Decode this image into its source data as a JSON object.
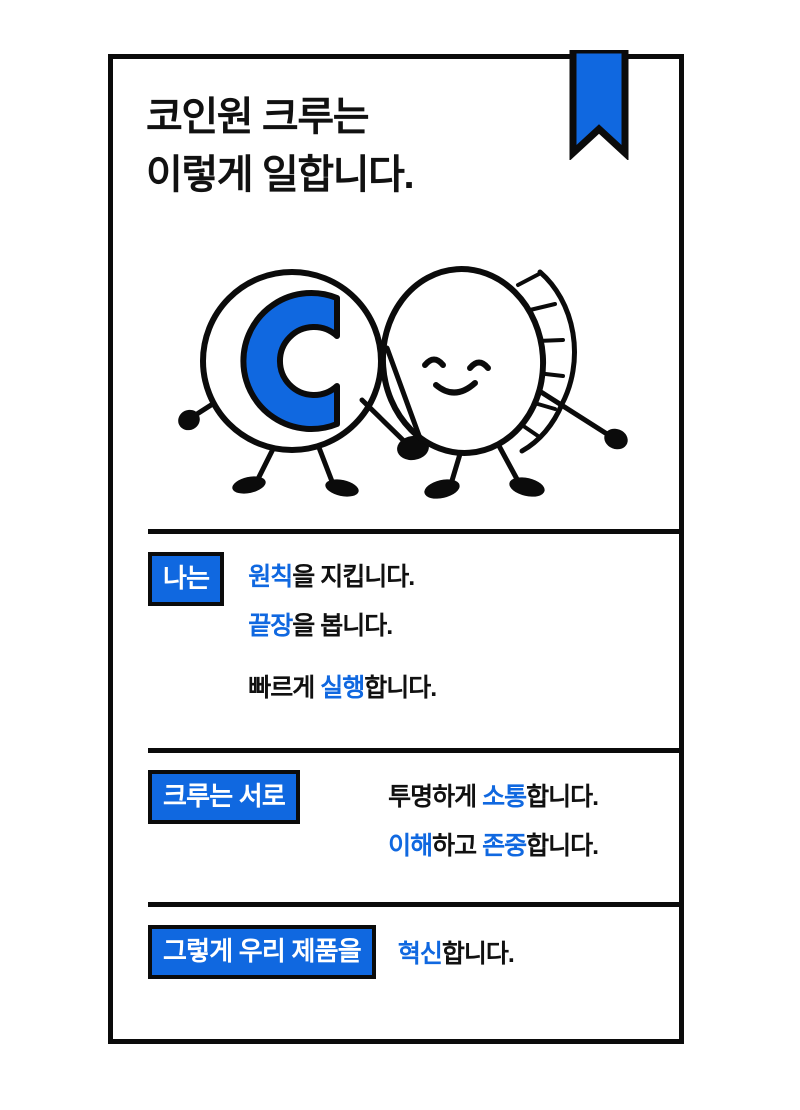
{
  "colors": {
    "brand_blue": "#1068E0",
    "ink": "#111111",
    "frame": "#0b0b0b",
    "paper": "#ffffff"
  },
  "heading": {
    "line1": "코인원 크루는",
    "line2": "이렇게 일합니다."
  },
  "ribbon": {
    "label": "bookmark-ribbon",
    "fill": "#1068E0"
  },
  "mascots": {
    "left": {
      "name": "coinone-logo-coin-character",
      "logo_letter": "C",
      "logo_color": "#1068E0"
    },
    "right": {
      "name": "smiling-coin-character",
      "expression": "smiling"
    }
  },
  "sections": [
    {
      "id": "self",
      "tag": "나는",
      "align": "left",
      "lines": [
        {
          "parts": [
            {
              "text": "원칙",
              "highlight": true
            },
            {
              "text": "을 지킵니다.",
              "highlight": false
            }
          ]
        },
        {
          "parts": [
            {
              "text": "끝장",
              "highlight": true
            },
            {
              "text": "을 봅니다.",
              "highlight": false
            }
          ]
        },
        {
          "parts": [
            {
              "text": "빠르게 ",
              "highlight": false
            },
            {
              "text": "실행",
              "highlight": true
            },
            {
              "text": "합니다.",
              "highlight": false
            }
          ]
        }
      ]
    },
    {
      "id": "crew",
      "tag": "크루는 서로",
      "align": "right",
      "lines": [
        {
          "parts": [
            {
              "text": "투명하게 ",
              "highlight": false
            },
            {
              "text": "소통",
              "highlight": true
            },
            {
              "text": "합니다.",
              "highlight": false
            }
          ]
        },
        {
          "parts": [
            {
              "text": "이해",
              "highlight": true
            },
            {
              "text": "하고 ",
              "highlight": false
            },
            {
              "text": "존중",
              "highlight": true
            },
            {
              "text": "합니다.",
              "highlight": false
            }
          ]
        }
      ]
    },
    {
      "id": "product",
      "tag": "그렇게 우리 제품을",
      "align": "left",
      "lines": [
        {
          "parts": [
            {
              "text": "혁신",
              "highlight": true
            },
            {
              "text": "합니다.",
              "highlight": false
            }
          ]
        }
      ]
    }
  ]
}
